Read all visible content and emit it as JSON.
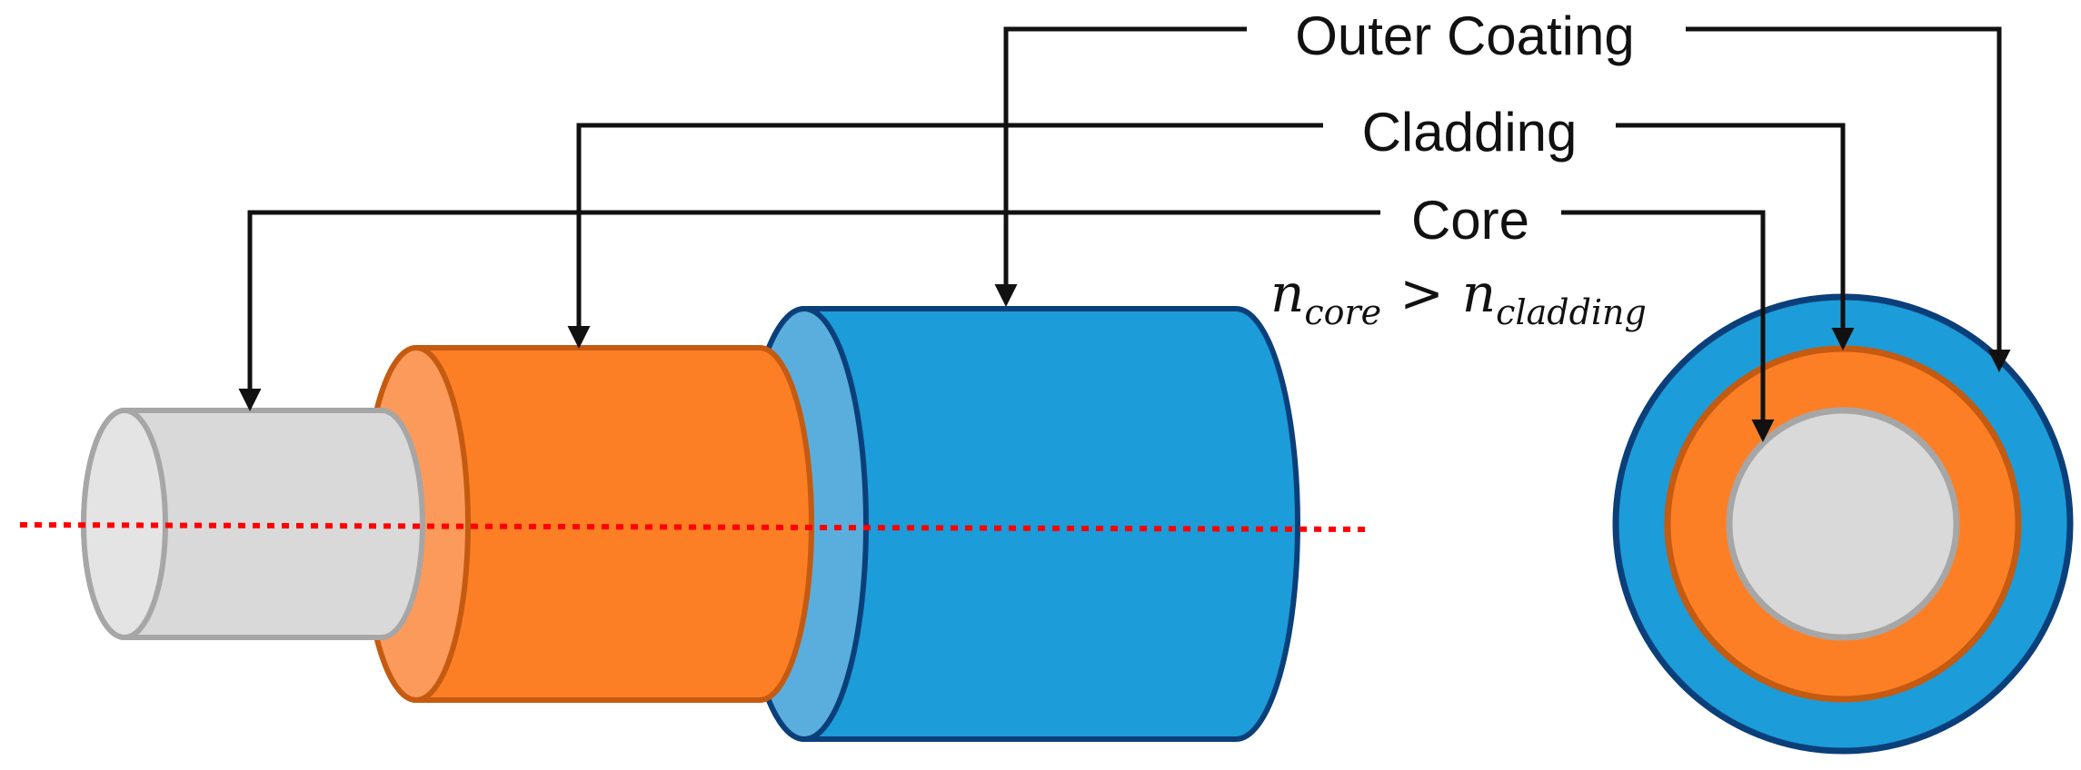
{
  "labels": {
    "outer_coating": "Outer Coating",
    "cladding": "Cladding",
    "core": "Core"
  },
  "condition": {
    "lhs_symbol": "n",
    "lhs_subscript": "core",
    "operator": ">",
    "rhs_symbol": "n",
    "rhs_subscript": "cladding"
  },
  "colors": {
    "core_fill": "#d9d9d9",
    "core_face": "#e4e4e4",
    "core_stroke": "#a6a6a6",
    "cladding_fill": "#fd7f25",
    "cladding_face": "#fc9a5b",
    "cladding_stroke": "#c55a11",
    "coating_fill": "#1c9cd8",
    "coating_face": "#5aaede",
    "coating_stroke": "#0b3f7a",
    "axis_line": "#ff0000",
    "arrow": "#111111"
  }
}
